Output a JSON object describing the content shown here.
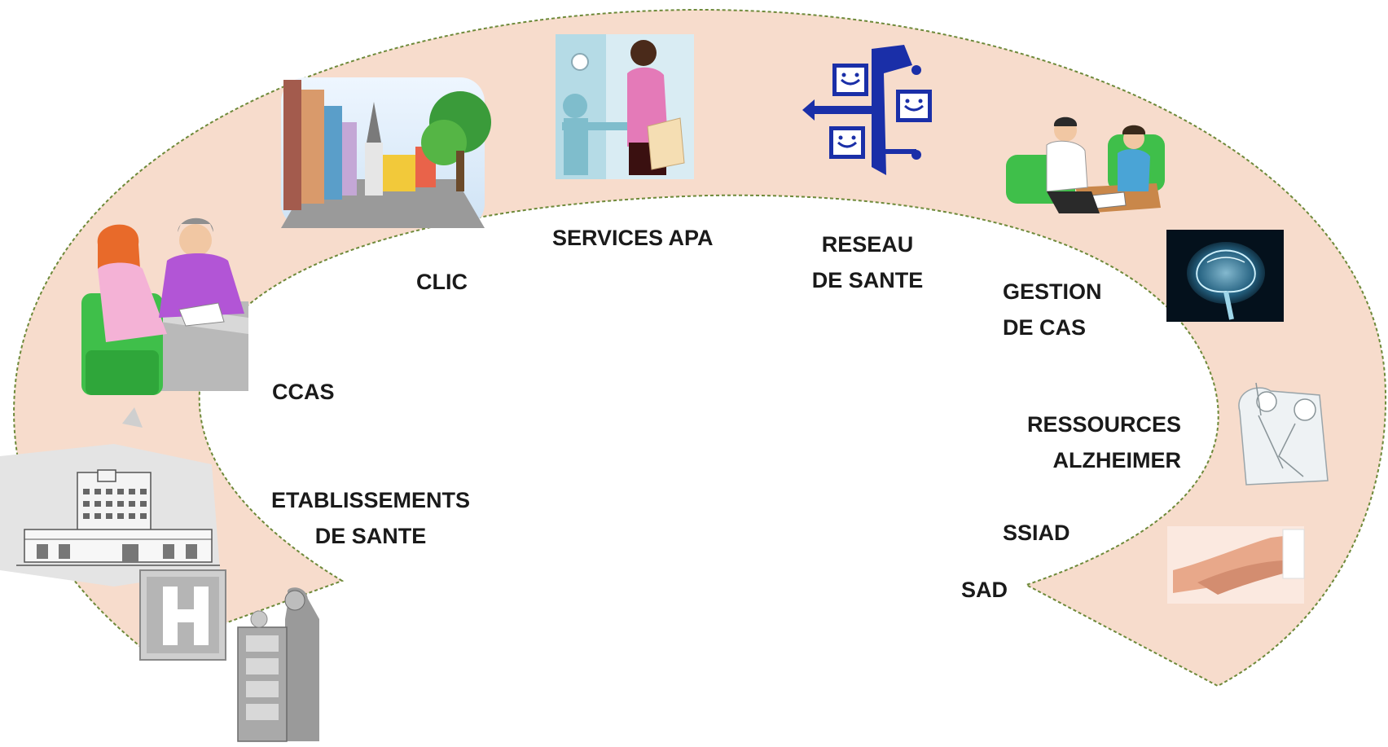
{
  "diagram": {
    "band_color": "#f7dccc",
    "band_border_color": "#6e8a3a",
    "text_color": "#1a1a1a",
    "nodes": [
      {
        "id": "ccas",
        "lines": [
          "CCAS"
        ],
        "icon": "consultation-icon"
      },
      {
        "id": "clic",
        "lines": [
          "CLIC"
        ],
        "icon": "town-square-icon"
      },
      {
        "id": "services-apa",
        "lines": [
          "SERVICES APA"
        ],
        "icon": "professional-woman-icon"
      },
      {
        "id": "reseau-sante",
        "lines": [
          "RESEAU",
          "DE SANTE"
        ],
        "icon": "network-icon"
      },
      {
        "id": "gestion-cas",
        "lines": [
          "GESTION",
          "DE CAS"
        ],
        "icon": "meeting-icon"
      },
      {
        "id": "ressources-alzheimer",
        "lines": [
          "RESSOURCES",
          "ALZHEIMER"
        ],
        "icon": "brain-scan-icon"
      },
      {
        "id": "ssiad",
        "lines": [
          "SSIAD"
        ],
        "icon": "caregiver-sketch-icon"
      },
      {
        "id": "sad",
        "lines": [
          "SAD"
        ],
        "icon": "holding-hands-icon"
      },
      {
        "id": "etablissements-sante",
        "lines": [
          "ETABLISSEMENTS",
          "DE SANTE"
        ],
        "icon": "hospital-icon"
      }
    ]
  }
}
